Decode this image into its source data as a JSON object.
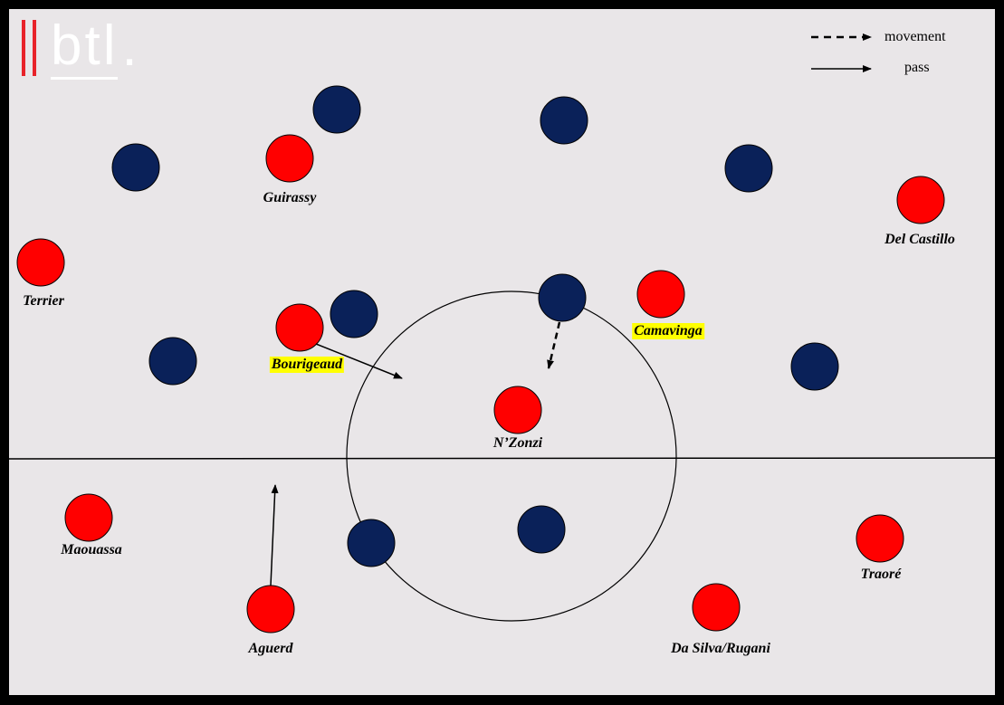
{
  "logo": {
    "text": "btl",
    "dot": ".",
    "accent": "#e8232a"
  },
  "legend": {
    "movement_label": "movement",
    "pass_label": "pass"
  },
  "colors": {
    "pitch": "#e9e6e8",
    "border": "#000000",
    "red_team": "#ff0000",
    "blue_team": "#0a2159",
    "highlight": "#ffff00"
  },
  "red_players": [
    {
      "id": "guirassy",
      "name": "Guirassy",
      "highlight": false
    },
    {
      "id": "del-castillo",
      "name": "Del Castillo",
      "highlight": false
    },
    {
      "id": "terrier",
      "name": "Terrier",
      "highlight": false
    },
    {
      "id": "camavinga",
      "name": "Camavinga",
      "highlight": true
    },
    {
      "id": "bourigeaud",
      "name": "Bourigeaud",
      "highlight": true
    },
    {
      "id": "nzonzi",
      "name": "N’Zonzi",
      "highlight": false
    },
    {
      "id": "maouassa",
      "name": "Maouassa",
      "highlight": false
    },
    {
      "id": "traore",
      "name": "Traoré",
      "highlight": false
    },
    {
      "id": "aguerd",
      "name": "Aguerd",
      "highlight": false
    },
    {
      "id": "da-silva-rugani",
      "name": "Da Silva/Rugani",
      "highlight": false
    }
  ]
}
